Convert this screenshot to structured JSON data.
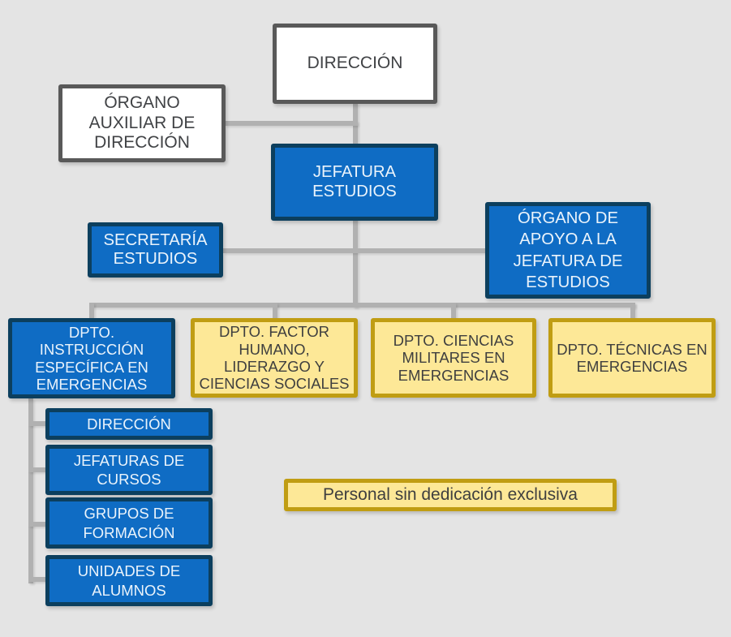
{
  "diagram_type": "organizational-chart",
  "palette": {
    "background": "#e4e4e4",
    "connector_gray": "#b1b1b1",
    "blue_fill": "#0f6cc4",
    "blue_border": "#0c3f5e",
    "blue_text": "#eaf3fb",
    "white_fill": "#ffffff",
    "gray_border": "#595959",
    "dark_text": "#404245",
    "yellow_fill": "#fde897",
    "yellow_border": "#c09d13",
    "yellow_text": "#3f3f3f"
  },
  "nodes": {
    "direccion_top": "DIRECCIÓN",
    "organo_auxiliar": "ÓRGANO AUXILIAR DE DIRECCIÓN",
    "jefatura_estudios": "JEFATURA ESTUDIOS",
    "secretaria_estudios": "SECRETARÍA ESTUDIOS",
    "organo_apoyo": "ÓRGANO DE APOYO A LA JEFATURA DE ESTUDIOS",
    "dpto_instruccion": "DPTO. INSTRUCCIÓN ESPECÍFICA EN EMERGENCIAS",
    "dpto_factor_humano": "DPTO. FACTOR HUMANO, LIDERAZGO Y CIENCIAS SOCIALES",
    "dpto_ciencias_militares": "DPTO. CIENCIAS MILITARES EN EMERGENCIAS",
    "dpto_tecnicas": "DPTO. TÉCNICAS EN EMERGENCIAS",
    "direccion_sub": "DIRECCIÓN",
    "jefaturas_cursos": "JEFATURAS DE CURSOS",
    "grupos_formacion": "GRUPOS DE FORMACIÓN",
    "unidades_alumnos": "UNIDADES DE ALUMNOS"
  },
  "legend": {
    "label": "Personal sin dedicación exclusiva"
  }
}
